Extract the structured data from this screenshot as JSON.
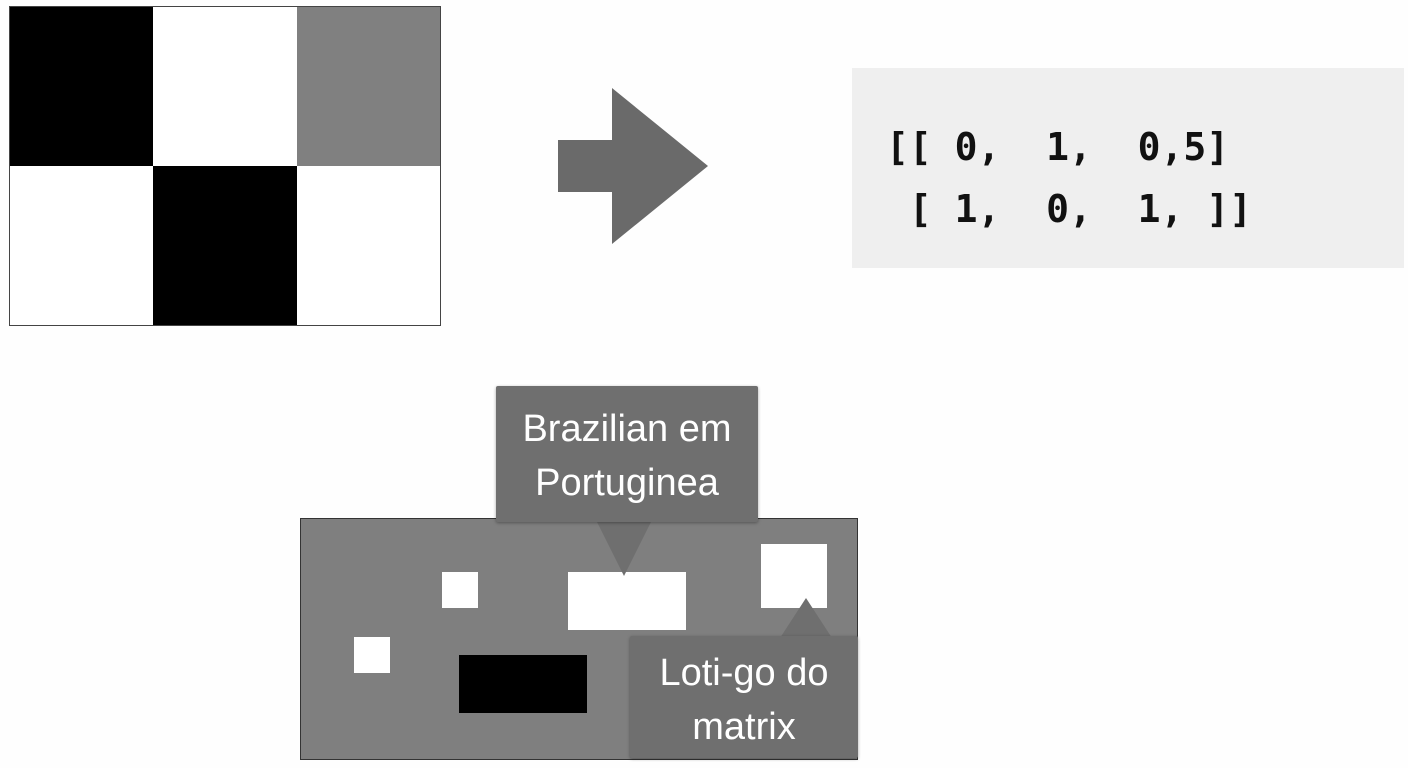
{
  "grid": {
    "cells": [
      {
        "color": "#000000"
      },
      {
        "color": "#ffffff"
      },
      {
        "color": "#808080"
      },
      {
        "color": "#ffffff"
      },
      {
        "color": "#000000"
      },
      {
        "color": "#ffffff"
      }
    ]
  },
  "arrow": {
    "icon": "right-arrow-icon",
    "color": "#6a6a6a"
  },
  "matrix": {
    "line1": "[[ 0,  1,  0,5]",
    "line2": " [ 1,  0,  1, ]]"
  },
  "callouts": {
    "top": {
      "line1": "Brazilian em",
      "line2": "Portuginea"
    },
    "bottom": {
      "line1": "Loti-go do",
      "line2": "matrix"
    }
  },
  "colors": {
    "panel": "#7f7f7f",
    "callout": "#6f6f6f",
    "matrix_bg": "#efefef"
  }
}
